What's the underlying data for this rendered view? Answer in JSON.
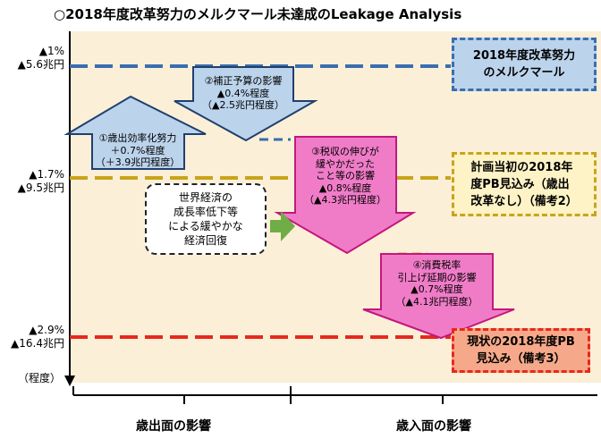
{
  "title": "○2018年度改革努力のメルクマール未達成のLeakage Analysis",
  "y_labels": [
    {
      "pct": "▲1%",
      "amount": "▲5.6兆円"
    },
    {
      "pct": "▲1.7%",
      "amount": "▲9.5兆円"
    },
    {
      "pct": "▲2.9%",
      "amount": "▲16.4兆円"
    }
  ],
  "y_unit": "（程度）",
  "levels": {
    "reform": {
      "line1": "2018年度改革努力",
      "line2": "のメルクマール"
    },
    "plan": {
      "line1": "計画当初の2018年",
      "line2": "度PB見込み（歳出",
      "line3": "改革なし）（備考2）"
    },
    "current": {
      "line1": "現状の2018年度PB",
      "line2": "見込み（備考3）"
    }
  },
  "arrows": {
    "a1": {
      "line1": "①歳出効率化努力",
      "line2": "＋0.7%程度",
      "line3": "（＋3.9兆円程度）"
    },
    "a2": {
      "line1": "②補正予算の影響",
      "line2": "▲0.4%程度",
      "line3": "（▲2.5兆円程度）"
    },
    "a3": {
      "line1": "③税収の伸びが",
      "line2": "緩やかだった",
      "line3": "こと等の影響",
      "line4": "▲0.8%程度",
      "line5": "（▲4.3兆円程度）"
    },
    "a4": {
      "line1": "④消費税率",
      "line2": "引上げ延期の影響",
      "line3": "▲0.7%程度",
      "line4": "（▲4.1兆円程度）"
    }
  },
  "note": {
    "line1": "世界経済の",
    "line2": "成長率低下等",
    "line3": "による緩やかな",
    "line4": "経済回復"
  },
  "bottom": {
    "expenditure": "歳出面の影響",
    "revenue": "歳入面の影響"
  },
  "colors": {
    "blue": "#3a6eb0",
    "gold": "#c9a41a",
    "red": "#e8281c",
    "pink": "#f07cc8",
    "lightblue": "#bcd3ec",
    "green": "#70ad47"
  }
}
